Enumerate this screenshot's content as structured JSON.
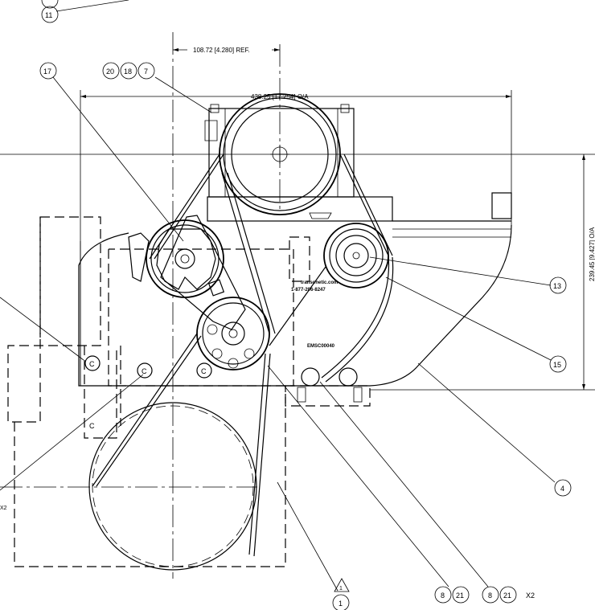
{
  "dimensions": {
    "top_ref": "108.72 [4.280] REF.",
    "width_oa": "438.25 [17.254] O/A",
    "height_oa": "239.45 [9.427] O/A"
  },
  "bubbles": {
    "b11": "11",
    "b17": "17",
    "b20": "20",
    "b18": "18",
    "b7": "7",
    "b13": "13",
    "b15": "15",
    "b4": "4",
    "b1": "1",
    "b8a": "8",
    "b21a": "21",
    "b8b": "8",
    "b21b": "21"
  },
  "notes": {
    "x2_right": "X2",
    "x2_left": "X2",
    "rev_triangle": "1"
  },
  "component_labels": {
    "web": "transonetic.com",
    "phone": "1-877-206-8247",
    "part": "EMSC00040"
  }
}
